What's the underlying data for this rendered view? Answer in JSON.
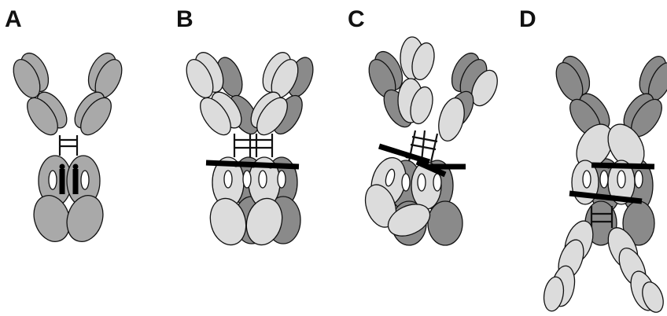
{
  "panels": [
    {
      "label": "A"
    },
    {
      "label": "B"
    },
    {
      "label": "C"
    },
    {
      "label": "D"
    }
  ],
  "colors": {
    "medium_gray": "#a9a9a9",
    "dark_gray": "#8a8a8a",
    "light_gray": "#dcdcdc",
    "outline": "#111111",
    "background": "#ffffff"
  }
}
